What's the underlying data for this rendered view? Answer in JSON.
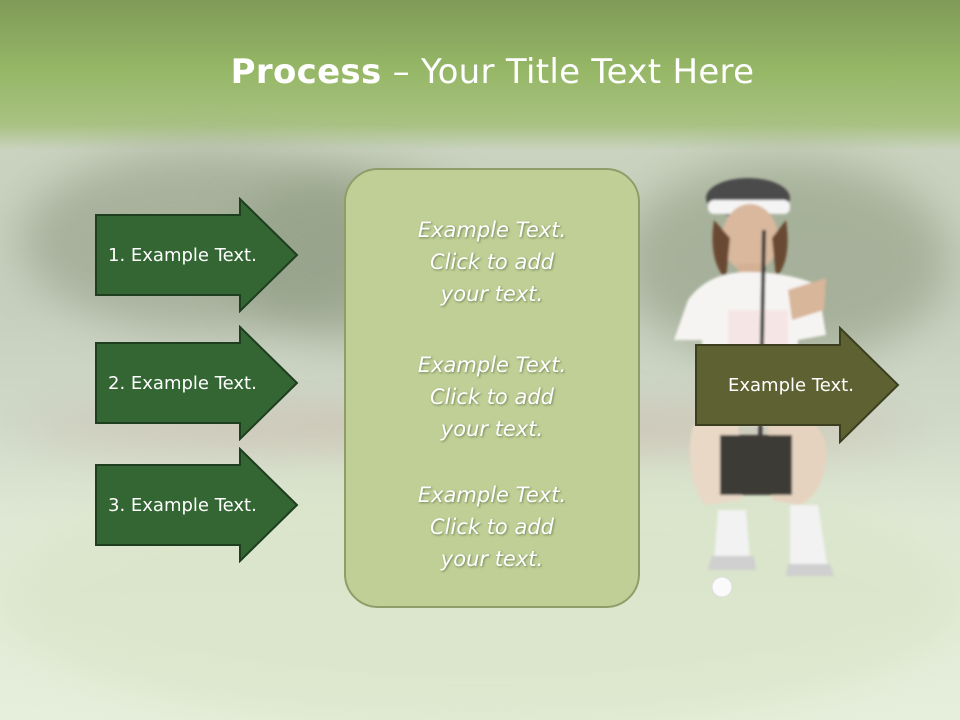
{
  "title": {
    "bold": "Process",
    "rest": " – Your Title Text Here"
  },
  "arrows_left": [
    {
      "label": "1. Example Text."
    },
    {
      "label": "2. Example Text."
    },
    {
      "label": "3. Example Text."
    }
  ],
  "center_box": {
    "paragraphs": [
      [
        "Example Text.",
        "Click  to add",
        "your text."
      ],
      [
        "Example Text.",
        "Click  to add",
        "your text."
      ],
      [
        "Example Text.",
        "Click  to add",
        "your text."
      ]
    ]
  },
  "arrow_right": {
    "label": "Example Text."
  },
  "colors": {
    "left_arrow_fill": "#336633",
    "right_arrow_fill": "#5e6233",
    "center_box_fill": "#bfcf95",
    "title_band": "#96b766"
  }
}
